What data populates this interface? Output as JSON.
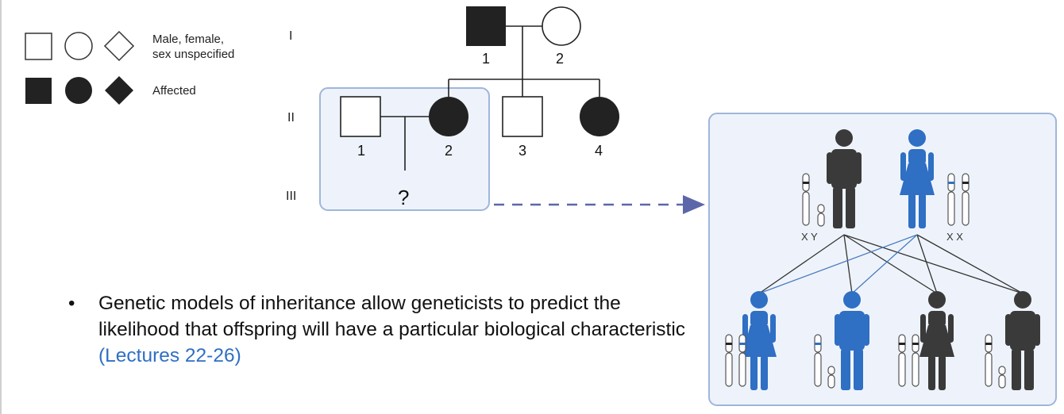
{
  "legend": {
    "row1_label_line1": "Male, female,",
    "row1_label_line2": "sex unspecified",
    "row2_label": "Affected"
  },
  "pedigree": {
    "generations": [
      "I",
      "II",
      "III"
    ],
    "gen1": [
      "1",
      "2"
    ],
    "gen2": [
      "1",
      "2",
      "3",
      "4"
    ],
    "gen3_unknown": "?"
  },
  "karyotype": {
    "male_sex_chromosomes": "X Y",
    "female_sex_chromosomes": "X X"
  },
  "bullet": {
    "text": "Genetic models of inheritance allow geneticists to predict the likelihood that offspring will have a particular biological characteristic",
    "reference": "(Lectures 22-26)"
  },
  "colors": {
    "affected": "#222222",
    "highlight_box": "#eef3fb",
    "highlight_border": "#9fb6da",
    "carrier_blue": "#2f6fc4",
    "arrow": "#5b67a8",
    "person_dark": "#3a3a3a"
  }
}
